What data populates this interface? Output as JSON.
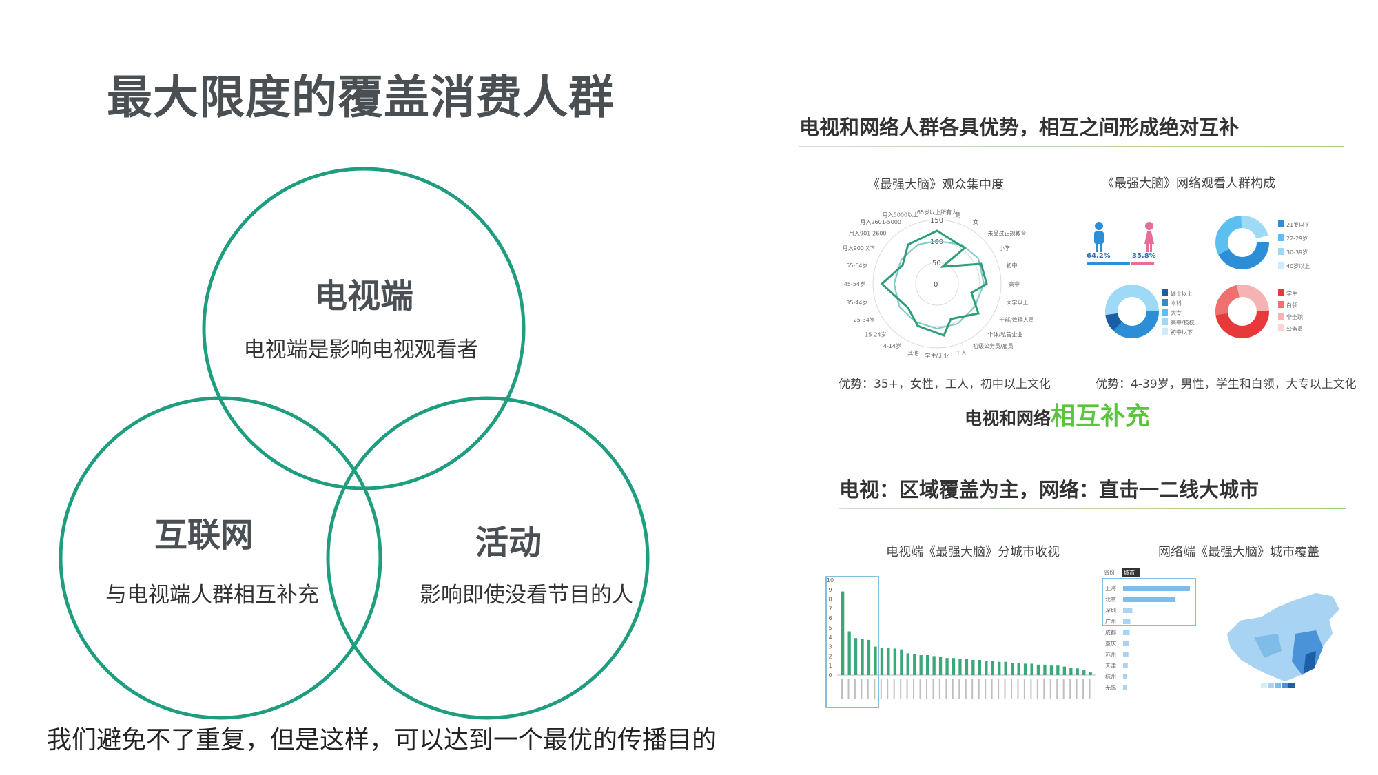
{
  "slide": {
    "title": "最大限度的覆盖消费人群",
    "bottom_note": "我们避免不了重复，但是这样，可以达到一个最优的传播目的"
  },
  "colors": {
    "circle": "#1f9e7f",
    "accent_green": "#5cc53e",
    "blue": "#2c8ed6"
  },
  "venn": {
    "tv": {
      "title": "电视端",
      "desc": "电视端是影响电视观看者"
    },
    "internet": {
      "title": "互联网",
      "desc": "与电视端人群相互补充"
    },
    "activity": {
      "title": "活动",
      "desc": "影响即使没看节目的人"
    }
  },
  "panel": {
    "section1_heading": "电视和网络人群各具优势，相互之间形成绝对互补",
    "radar": {
      "title": "《最强大脑》观众集中度",
      "ticks": [
        "150",
        "100",
        "50",
        "0"
      ],
      "labels": [
        "65岁以上所有人",
        "男",
        "女",
        "未受过正规教育",
        "小学",
        "初中",
        "高中",
        "大学以上",
        "干部/管理人员",
        "个体/私营企业",
        "初级公务员/雇员",
        "工人",
        "学生/无业",
        "其他",
        "4-14岁",
        "15-24岁",
        "25-34岁",
        "35-44岁",
        "45-54岁",
        "55-64岁",
        "月入900以下",
        "月入901-2600",
        "月入2601-5000",
        "月入5000以上"
      ],
      "advantage": "优势：35+，女性，工人，初中以上文化"
    },
    "web_audience": {
      "title": "《最强大脑》网络观看人群构成",
      "male_pct": "64.2%",
      "female_pct": "35.8%",
      "age_legend": [
        "21岁以下",
        "22-29岁",
        "30-39岁",
        "40岁以上"
      ],
      "edu_legend": [
        "硕士以上",
        "本科",
        "大专",
        "高中/技校",
        "初中以下"
      ],
      "job_legend": [
        "学生",
        "白领",
        "非全职",
        "公务员"
      ],
      "advantage": "优势：4-39岁，男性，学生和白领，大专以上文化"
    },
    "complement_a": "电视和网络",
    "complement_b": "相互补充",
    "section2_heading": "电视：区域覆盖为主，网络：直击一二线大城市",
    "tv_city_chart": {
      "title": "电视端《最强大脑》分城市收视",
      "y_ticks": [
        "10",
        "9",
        "8",
        "7",
        "6",
        "5",
        "4",
        "3",
        "2",
        "1",
        "0"
      ]
    },
    "web_city_chart": {
      "title": "网络端《最强大脑》城市覆盖",
      "tab_province": "省份",
      "tab_city": "城市",
      "cities": [
        "上海",
        "北京",
        "深圳",
        "广州",
        "成都",
        "重庆",
        "苏州",
        "天津",
        "杭州",
        "无锡"
      ]
    }
  },
  "chart_data": [
    {
      "type": "bar",
      "title": "电视端《最强大脑》分城市收视",
      "ylim": [
        0,
        10
      ],
      "values": [
        8.8,
        4.6,
        3.9,
        3.8,
        3.7,
        3.0,
        2.9,
        2.9,
        2.8,
        2.7,
        2.3,
        2.2,
        2.1,
        2.1,
        2.0,
        1.9,
        1.8,
        1.8,
        1.7,
        1.7,
        1.6,
        1.6,
        1.5,
        1.5,
        1.4,
        1.4,
        1.3,
        1.3,
        1.2,
        1.2,
        1.1,
        1.1,
        1.0,
        1.0,
        0.9,
        0.8,
        0.7,
        0.5,
        0.3
      ]
    },
    {
      "type": "bar",
      "title": "网络端《最强大脑》城市覆盖",
      "categories": [
        "上海",
        "北京",
        "深圳",
        "广州",
        "成都",
        "重庆",
        "苏州",
        "天津",
        "杭州",
        "无锡"
      ],
      "values": [
        100,
        78,
        12,
        9,
        8,
        7,
        6,
        5,
        4,
        3
      ]
    },
    {
      "type": "pie",
      "title": "网络观看人群-性别",
      "categories": [
        "男",
        "女"
      ],
      "values": [
        64.2,
        35.8
      ]
    }
  ]
}
